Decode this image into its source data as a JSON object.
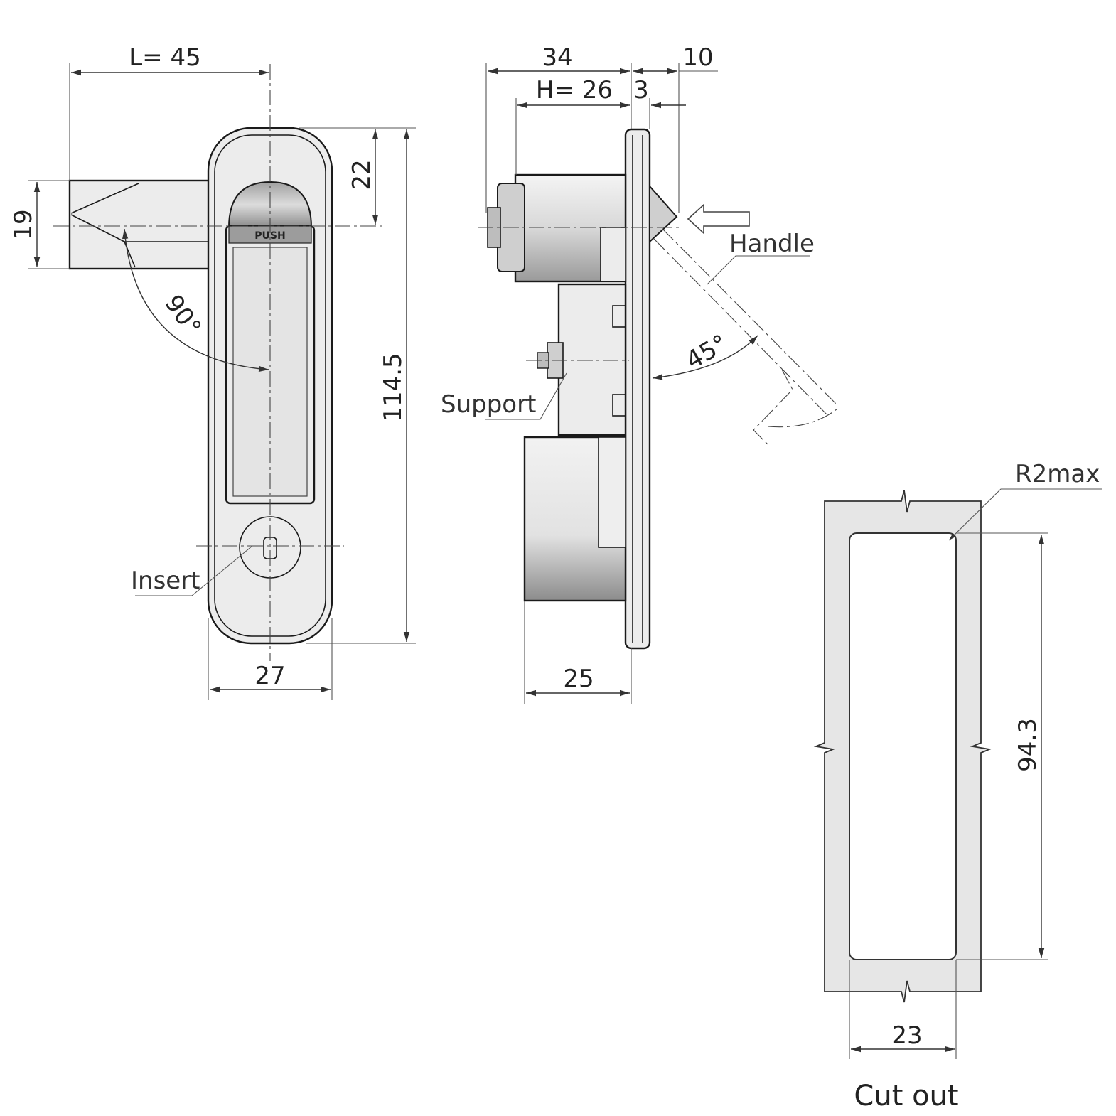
{
  "front_view": {
    "dim_L": "L= 45",
    "dim_19": "19",
    "dim_22": "22",
    "dim_114_5": "114.5",
    "dim_27": "27",
    "angle_90": "90°",
    "label_insert": "Insert",
    "push_text": "PUSH"
  },
  "side_view": {
    "dim_34": "34",
    "dim_10": "10",
    "dim_H": "H= 26",
    "dim_3": "3",
    "dim_25": "25",
    "angle_45": "45°",
    "label_handle": "Handle",
    "label_support": "Support"
  },
  "cutout": {
    "radius": "R2max",
    "dim_94_3": "94.3",
    "dim_23": "23",
    "title": "Cut out"
  }
}
